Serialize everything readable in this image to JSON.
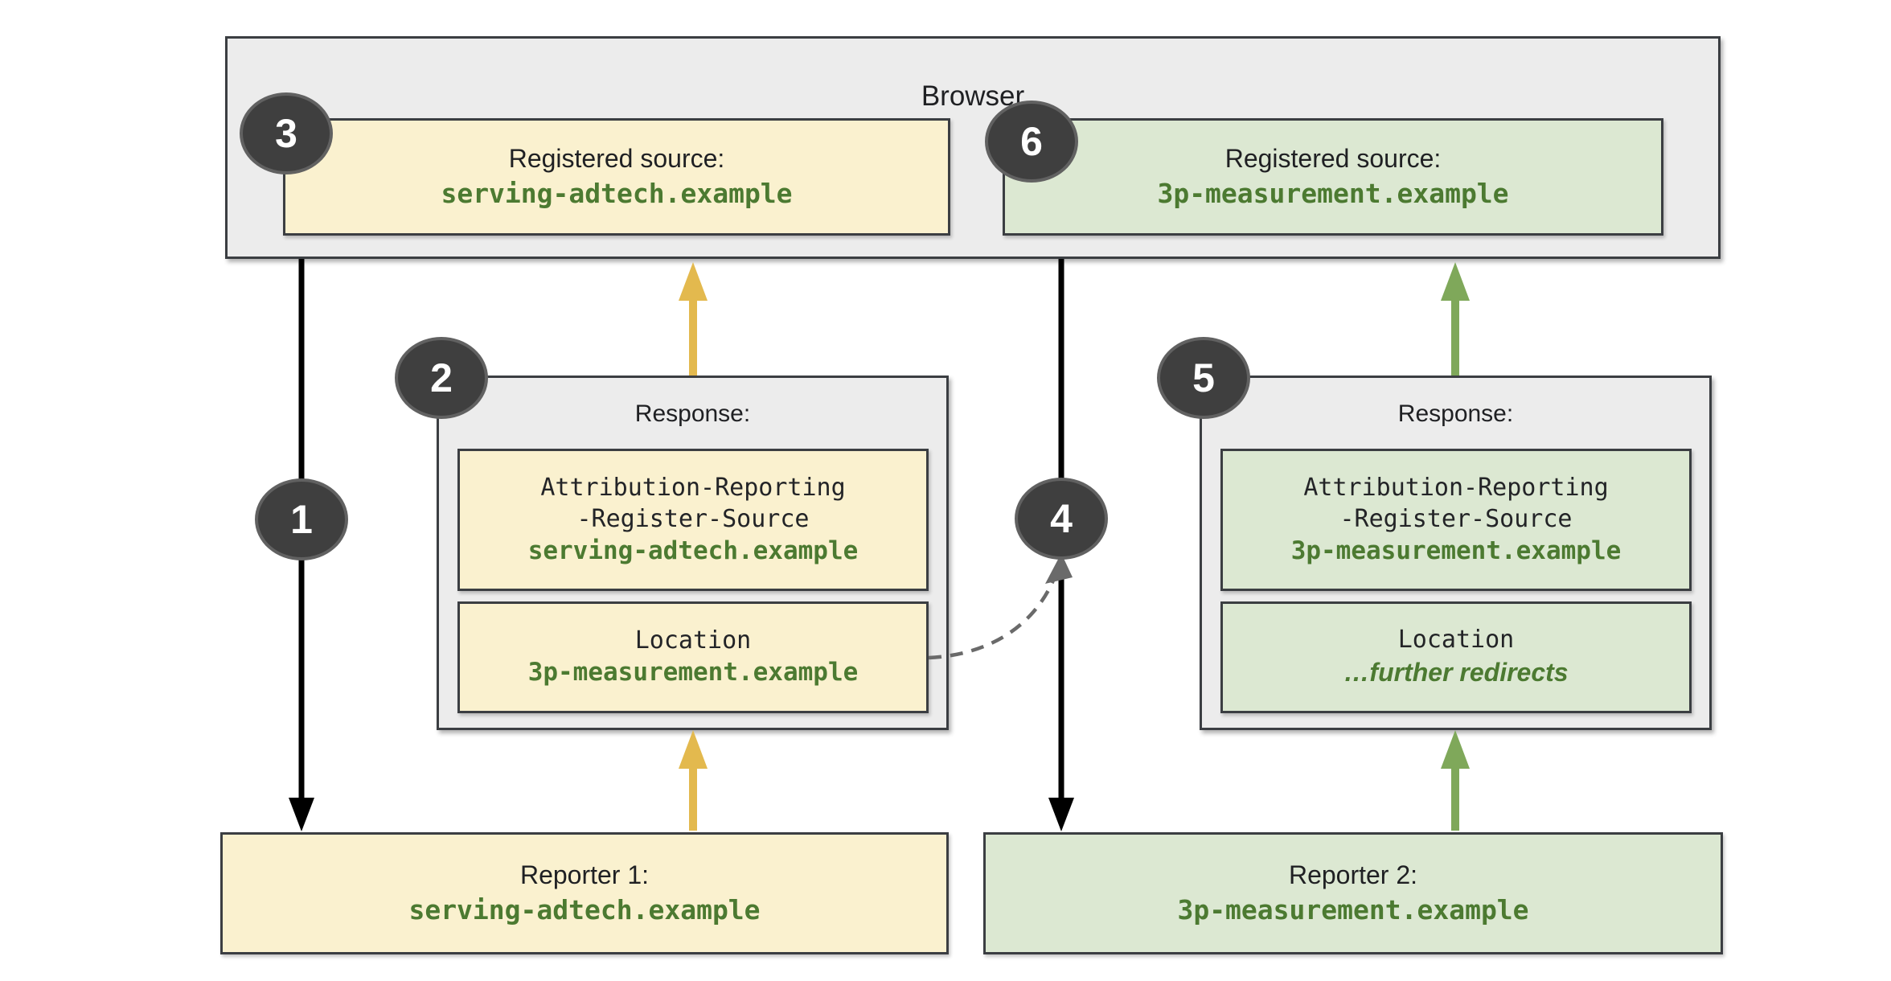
{
  "browser": {
    "label": "Browser",
    "sources": [
      {
        "badge": "3",
        "label": "Registered source:",
        "value": "serving-adtech.example"
      },
      {
        "badge": "6",
        "label": "Registered source:",
        "value": "3p-measurement.example"
      }
    ]
  },
  "responses": [
    {
      "badge": "2",
      "title": "Response:",
      "register_source": {
        "line1": "Attribution-Reporting",
        "line2": "-Register-Source",
        "value": "serving-adtech.example"
      },
      "location": {
        "label": "Location",
        "value": "3p-measurement.example"
      }
    },
    {
      "badge": "5",
      "title": "Response:",
      "register_source": {
        "line1": "Attribution-Reporting",
        "line2": "-Register-Source",
        "value": "3p-measurement.example"
      },
      "location": {
        "label": "Location",
        "value": "…further redirects"
      }
    }
  ],
  "reporters": [
    {
      "label": "Reporter 1:",
      "value": "serving-adtech.example"
    },
    {
      "label": "Reporter 2:",
      "value": "3p-measurement.example"
    }
  ],
  "step_badges": {
    "step1": "1",
    "step4": "4"
  },
  "colors": {
    "box_yellow": "#faf1cf",
    "box_green": "#dce8d2",
    "container_gray": "#ececec",
    "border_dark": "#3b3e42",
    "text_green": "#4c7a31",
    "badge_fill": "#3f3f3f",
    "arrow_black": "#000000",
    "arrow_yellow": "#e3b94e",
    "arrow_green": "#7fa85a",
    "arrow_dashed_gray": "#6a6a6a"
  }
}
